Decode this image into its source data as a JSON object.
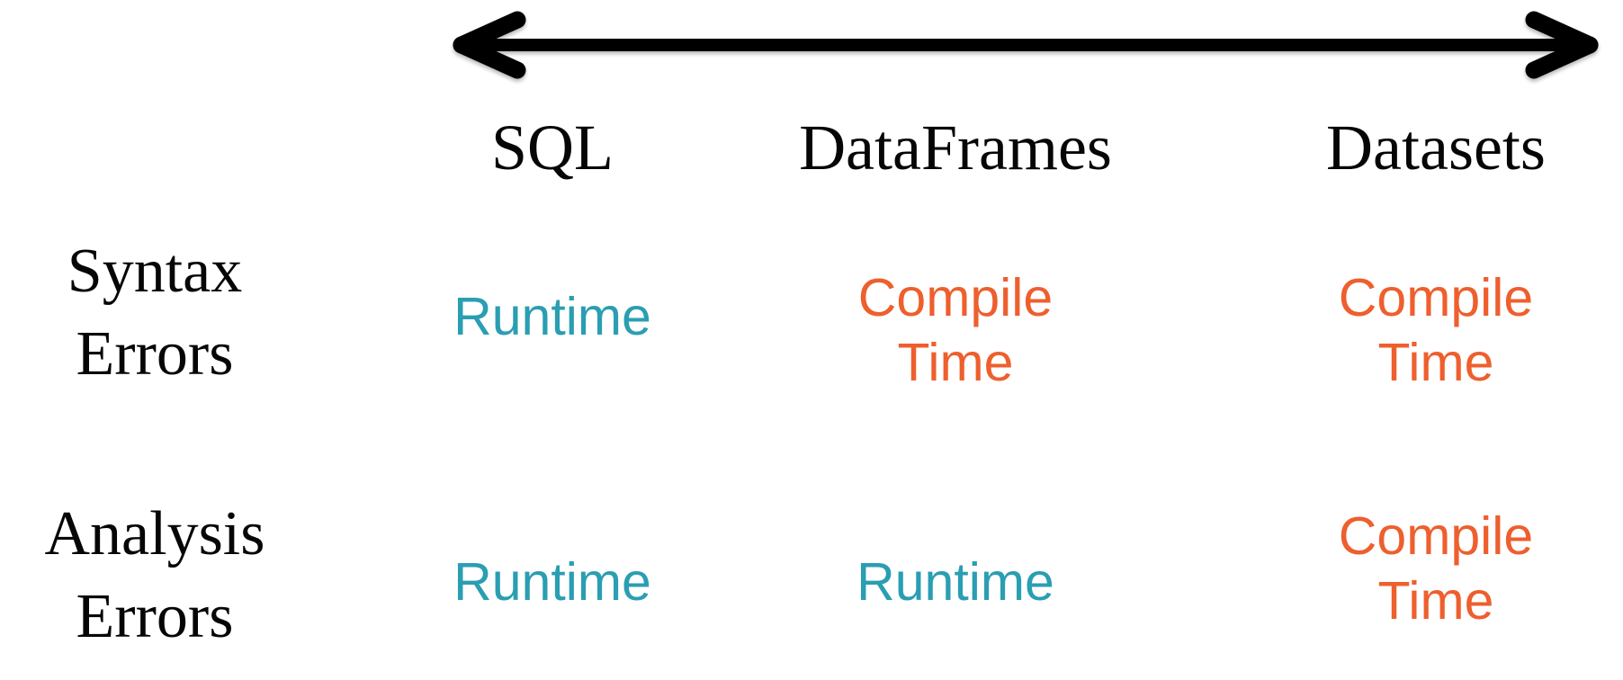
{
  "colors": {
    "runtime": "#2A9EB2",
    "compile": "#EE5F2E",
    "heading_text": "#060606",
    "arrow": "#000000",
    "background": "#FFFFFF"
  },
  "icons": {
    "spectrum_arrow": "double-headed-horizontal-arrow"
  },
  "table": {
    "column_headers": [
      {
        "id": "sql",
        "label": "SQL"
      },
      {
        "id": "dataframes",
        "label": "DataFrames"
      },
      {
        "id": "datasets",
        "label": "Datasets"
      }
    ],
    "rows": [
      {
        "label": "Syntax Errors",
        "label_lines": [
          "Syntax",
          "Errors"
        ],
        "cells": [
          {
            "column": "SQL",
            "value": "Runtime",
            "category": "runtime",
            "lines": [
              "Runtime"
            ]
          },
          {
            "column": "DataFrames",
            "value": "Compile Time",
            "category": "compile",
            "lines": [
              "Compile",
              "Time"
            ]
          },
          {
            "column": "Datasets",
            "value": "Compile Time",
            "category": "compile",
            "lines": [
              "Compile",
              "Time"
            ]
          }
        ]
      },
      {
        "label": "Analysis Errors",
        "label_lines": [
          "Analysis",
          "Errors"
        ],
        "cells": [
          {
            "column": "SQL",
            "value": "Runtime",
            "category": "runtime",
            "lines": [
              "Runtime"
            ]
          },
          {
            "column": "DataFrames",
            "value": "Runtime",
            "category": "runtime",
            "lines": [
              "Runtime"
            ]
          },
          {
            "column": "Datasets",
            "value": "Compile Time",
            "category": "compile",
            "lines": [
              "Compile",
              "Time"
            ]
          }
        ]
      }
    ]
  },
  "chart_data": {
    "type": "table",
    "columns": [
      "",
      "SQL",
      "DataFrames",
      "Datasets"
    ],
    "rows": [
      [
        "Syntax Errors",
        "Runtime",
        "Compile Time",
        "Compile Time"
      ],
      [
        "Analysis Errors",
        "Runtime",
        "Runtime",
        "Compile Time"
      ]
    ]
  }
}
